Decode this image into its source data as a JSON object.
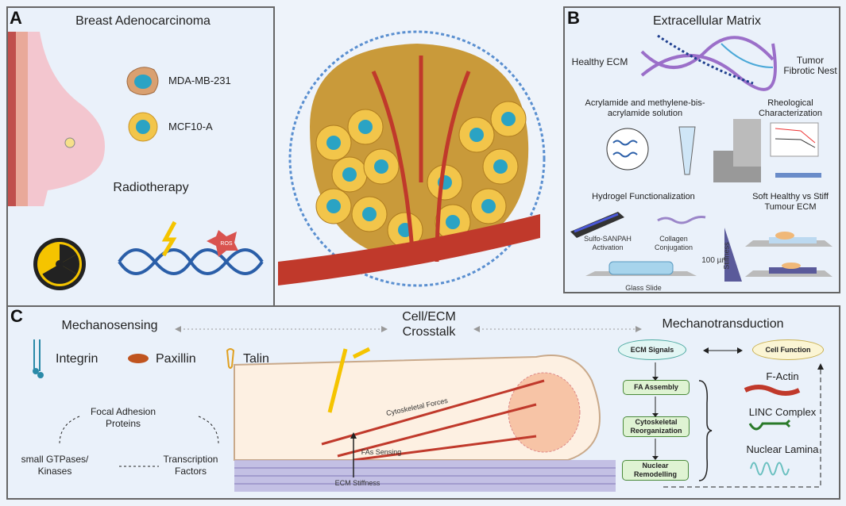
{
  "panel_a": {
    "letter": "A",
    "title": "Breast Adenocarcinoma",
    "cell1": "MDA-MB-231",
    "cell2": "MCF10-A",
    "radiotherapy": "Radiotherapy",
    "ros": "ROS"
  },
  "panel_b": {
    "letter": "B",
    "title": "Extracellular Matrix",
    "healthy": "Healthy ECM",
    "tumor": "Tumor Fibrotic Nest",
    "acrylamide": "Acrylamide and methylene-bis-acrylamide solution",
    "rheo": "Rheological Characterization",
    "hydrogel": "Hydrogel Functionalization",
    "soft": "Soft Healthy vs Stiff Tumour ECM",
    "sulfo": "Sulfo-SANPAH Activation",
    "collagen": "Collagen Conjugation",
    "thickness": "100 µm",
    "glass": "Glass Slide",
    "stiffness": "Stiffness"
  },
  "panel_c": {
    "letter": "C",
    "mechanosensing": "Mechanosensing",
    "crosstalk": "Cell/ECM Crosstalk",
    "mechanotransduction": "Mechanotransduction",
    "integrin": "Integrin",
    "paxillin": "Paxillin",
    "talin": "Talin",
    "focal": "Focal Adhesion Proteins",
    "gtpases": "small GTPases/ Kinases",
    "tf": "Transcription Factors",
    "cyto_forces": "Cytoskeletal Forces",
    "fa_sensing": "FAs Sensing",
    "ecm_stiffness": "ECM Stiffness",
    "ecm_signals": "ECM Signals",
    "cell_function": "Cell Function",
    "fa_assembly": "FA Assembly",
    "cyto_reorg": "Cytoskeletal Reorganization",
    "nuclear_remod": "Nuclear Remodelling",
    "factin": "F-Actin",
    "linc": "LINC Complex",
    "lamina": "Nuclear Lamina"
  }
}
